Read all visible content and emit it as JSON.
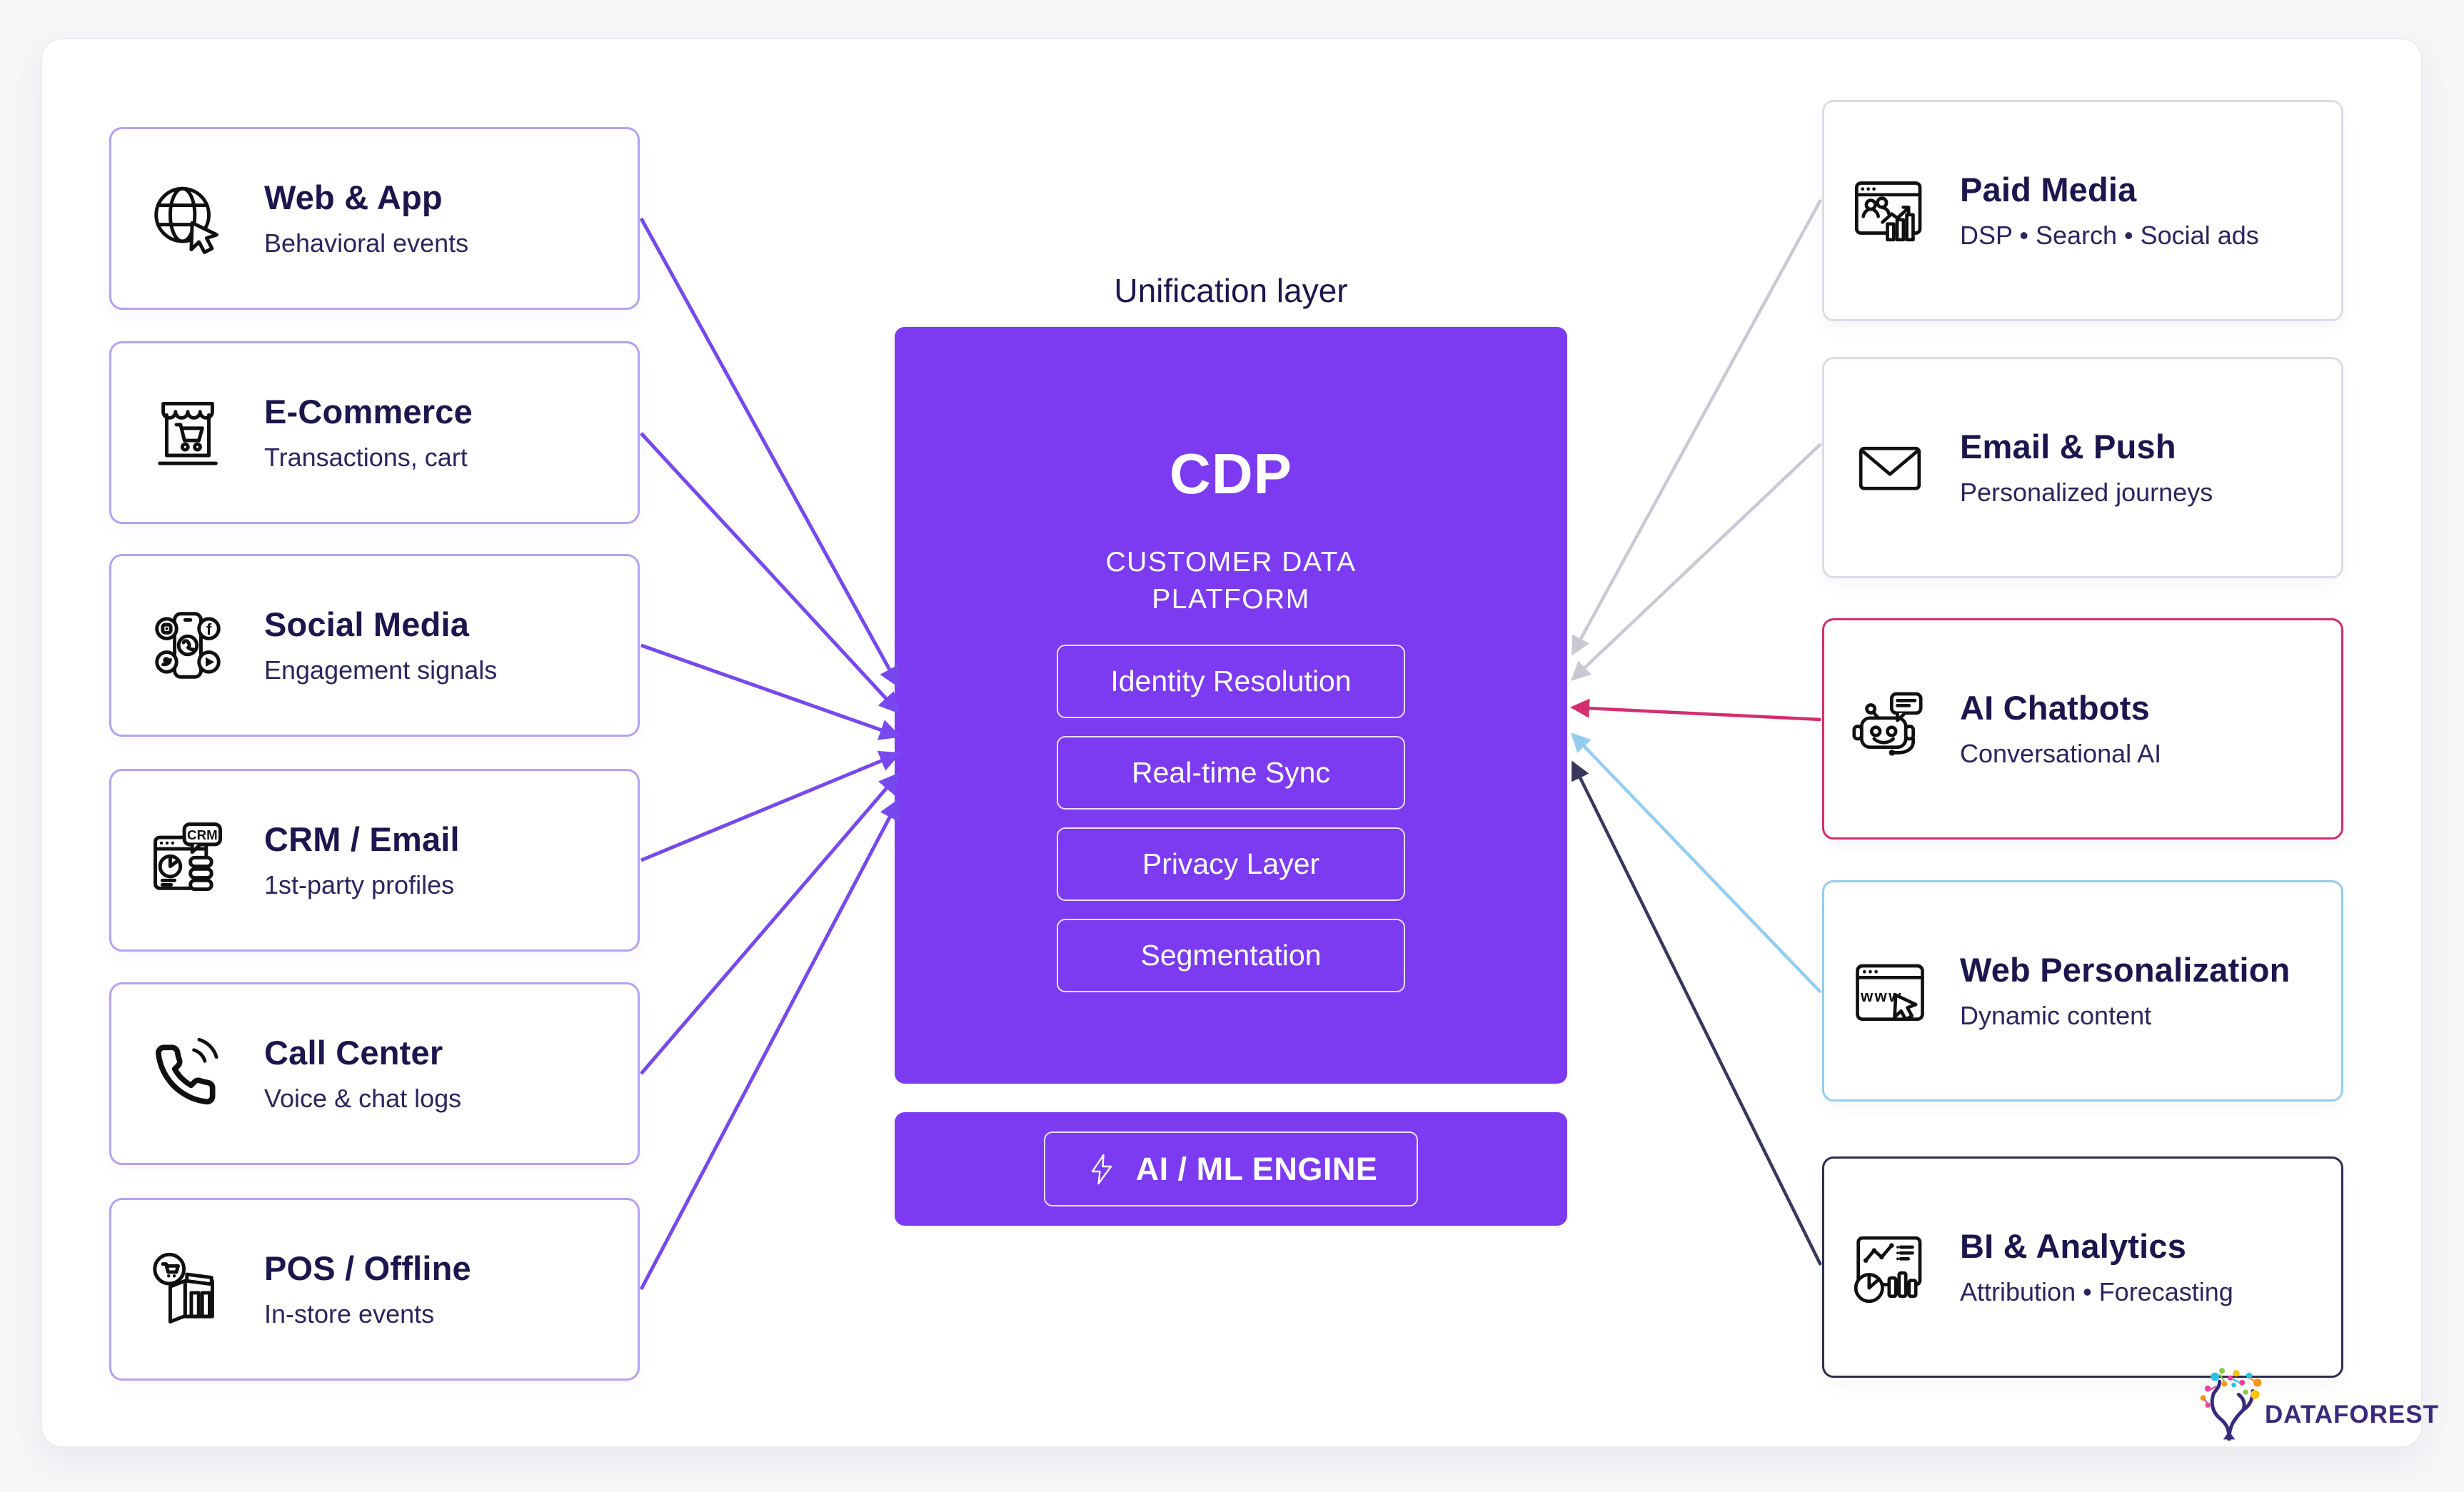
{
  "header": {
    "unification_label": "Unification layer"
  },
  "sources": [
    {
      "title": "Web & App",
      "subtitle": "Behavioral events",
      "icon": "globe-cursor-icon"
    },
    {
      "title": "E-Commerce",
      "subtitle": "Transactions, cart",
      "icon": "storefront-cart-icon"
    },
    {
      "title": "Social Media",
      "subtitle": "Engagement signals",
      "icon": "phone-social-icon"
    },
    {
      "title": "CRM / Email",
      "subtitle": "1st-party profiles",
      "icon": "crm-browser-icon"
    },
    {
      "title": "Call Center",
      "subtitle": "Voice & chat logs",
      "icon": "phone-handset-icon"
    },
    {
      "title": "POS / Offline",
      "subtitle": "In-store events",
      "icon": "store-building-icon"
    }
  ],
  "cdp": {
    "acronym": "CDP",
    "name_line1": "CUSTOMER DATA",
    "name_line2": "PLATFORM",
    "modules": [
      "Identity Resolution",
      "Real-time Sync",
      "Privacy Layer",
      "Segmentation"
    ],
    "engine": {
      "label": "AI / ML ENGINE",
      "icon": "lightning-icon"
    },
    "fill": "#7c3bf0"
  },
  "destinations": [
    {
      "title": "Paid Media",
      "subtitle": "DSP • Search • Social ads",
      "icon": "ad-window-icon",
      "border": "#dcdce6",
      "arrow": "#c9c9d4"
    },
    {
      "title": "Email & Push",
      "subtitle": "Personalized journeys",
      "icon": "envelope-icon",
      "border": "#dcdce6",
      "arrow": "#c9c9d4"
    },
    {
      "title": "AI Chatbots",
      "subtitle": "Conversational AI",
      "icon": "robot-icon",
      "border": "#d62d6e",
      "arrow": "#d62d6e"
    },
    {
      "title": "Web Personalization",
      "subtitle": "Dynamic content",
      "icon": "www-cursor-icon",
      "border": "#93cdef",
      "arrow": "#93cdef"
    },
    {
      "title": "BI & Analytics",
      "subtitle": "Attribution • Forecasting",
      "icon": "dashboard-icon",
      "border": "#2d2d52",
      "arrow": "#37375e"
    }
  ],
  "branding": {
    "logo_text": "DATAFOREST",
    "logo_color": "#3a2a7d",
    "logo_icon": "dataforest-tree-icon"
  },
  "colors": {
    "source_border": "#b5a1f3",
    "source_arrow": "#7748ee",
    "title": "#1b164e",
    "subtitle": "#2a2560",
    "cdp_fill": "#7c3bf0"
  }
}
